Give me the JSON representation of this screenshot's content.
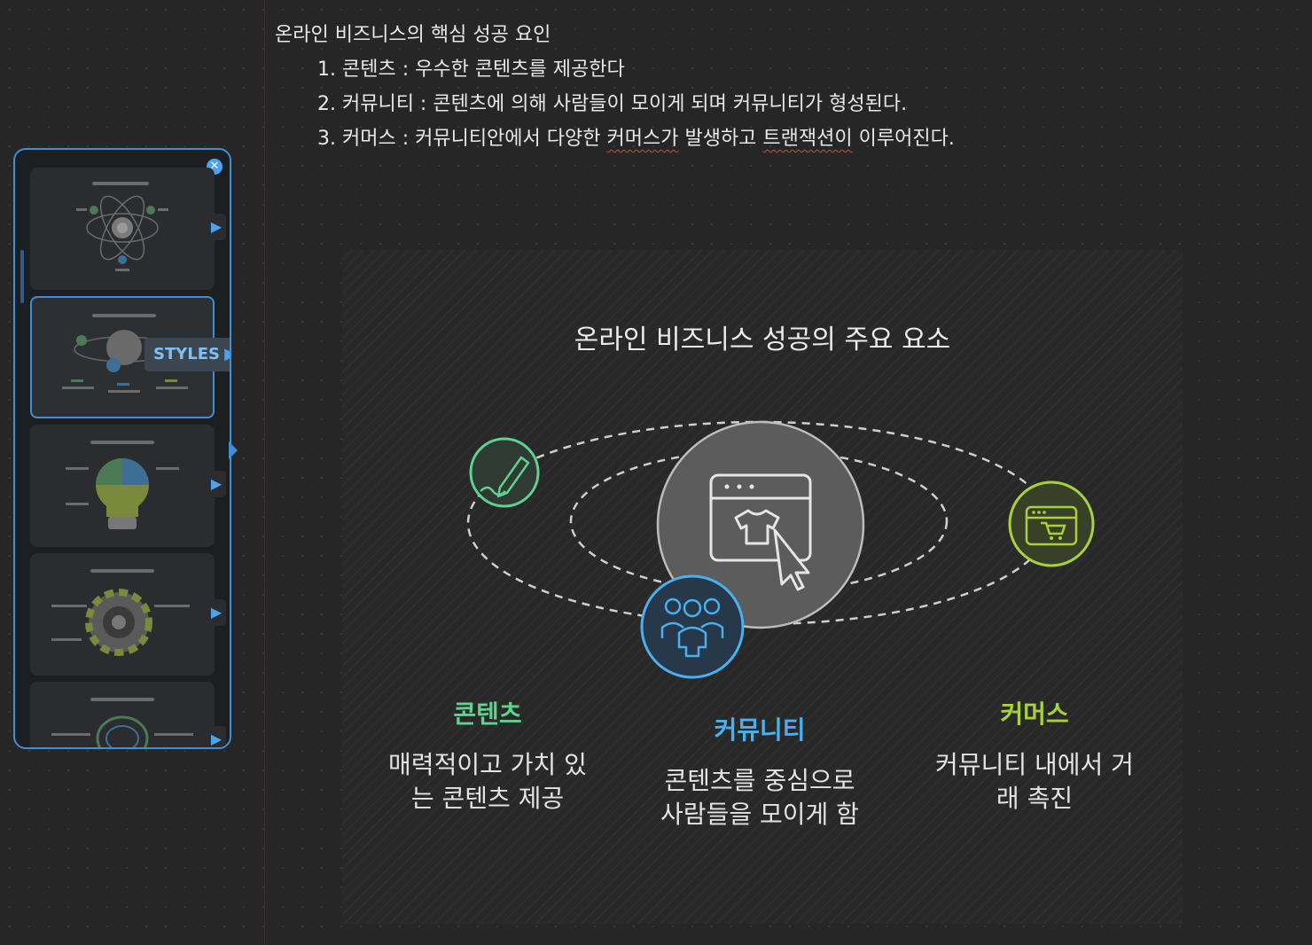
{
  "document": {
    "heading": "온라인 비즈니스의 핵심 성공 요인",
    "items": [
      {
        "prefix": "1. 콘텐츠 : 우수한 콘텐츠를 제공한다",
        "squiggle1": "",
        "mid": "",
        "squiggle2": "",
        "suffix": ""
      },
      {
        "prefix": "2. 커뮤니티 : 콘텐츠에 의해 사람들이 모이게 되며 커뮤니티가 형성된다.",
        "squiggle1": "",
        "mid": "",
        "squiggle2": "",
        "suffix": ""
      },
      {
        "prefix": "3. 커머스 : 커뮤니티안에서 다양한 ",
        "squiggle1": "커머스가",
        "mid": " 발생하고 ",
        "squiggle2": "트랜잭션이",
        "suffix": " 이루어진다."
      }
    ]
  },
  "styles_panel": {
    "tab_label": "STYLES",
    "close_icon": "close-icon",
    "thumbnails": [
      {
        "icon": "atom-icon",
        "selected": false
      },
      {
        "icon": "orbit-icon",
        "selected": true
      },
      {
        "icon": "lightbulb-icon",
        "selected": false
      },
      {
        "icon": "gear-icon",
        "selected": false
      },
      {
        "icon": "brain-icon",
        "selected": false
      }
    ]
  },
  "diagram": {
    "title": "온라인 비즈니스 성공의 주요 요소",
    "center_icon": "web-shop-icon",
    "elements": [
      {
        "title": "콘텐츠",
        "description_line1": "매력적이고 가치 있",
        "description_line2": "는 콘텐츠 제공",
        "icon": "pen-icon",
        "color": "#5fd38d"
      },
      {
        "title": "커뮤니티",
        "description_line1": "콘텐츠를 중심으로",
        "description_line2": "사람들을 모이게 함",
        "icon": "people-icon",
        "color": "#4ab0ef"
      },
      {
        "title": "커머스",
        "description_line1": "커뮤니티 내에서 거",
        "description_line2": "래 촉진",
        "icon": "cart-icon",
        "color": "#a8d23c"
      }
    ]
  }
}
